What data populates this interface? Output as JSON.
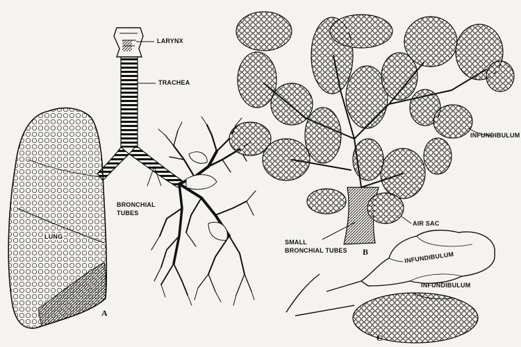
{
  "labels": {
    "larynx": "LARYNX",
    "trachea": "TRACHEA",
    "bronchial_tubes_line1": "BRONCHIAL",
    "bronchial_tubes_line2": "TUBES",
    "lung": "LUNG",
    "infundibulum_b": "INFUNDIBULUM",
    "air_sac": "AIR SAC",
    "small_bronchial_line1": "SMALL",
    "small_bronchial_line2": "BRONCHIAL TUBES",
    "infundibulum_c_upper": "INFUNDIBULUM",
    "infundibulum_c_lower": "INFUNDIBULUM"
  },
  "panels": {
    "a": "A",
    "b": "B",
    "c": "C"
  },
  "colors": {
    "ink": "#111111",
    "paper": "#f4f3ef",
    "bleed_text": "#bdbbb4"
  }
}
